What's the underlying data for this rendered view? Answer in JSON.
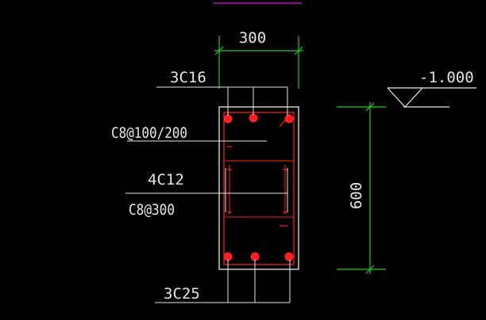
{
  "drawing": {
    "width_dim": "300",
    "height_dim": "600",
    "elevation": "-1.000",
    "top_bars": "3C16",
    "stirrup_main": "C8@100/200",
    "side_bars": "4C12",
    "tie_bars": "C8@300",
    "bottom_bars": "3C25"
  },
  "colors": {
    "background": "#000000",
    "outline": "#e6e6e6",
    "rebar": "#ff2020",
    "dimension": "#22cc22",
    "text": "#e6e6e6",
    "accent_line": "#cc00cc"
  }
}
